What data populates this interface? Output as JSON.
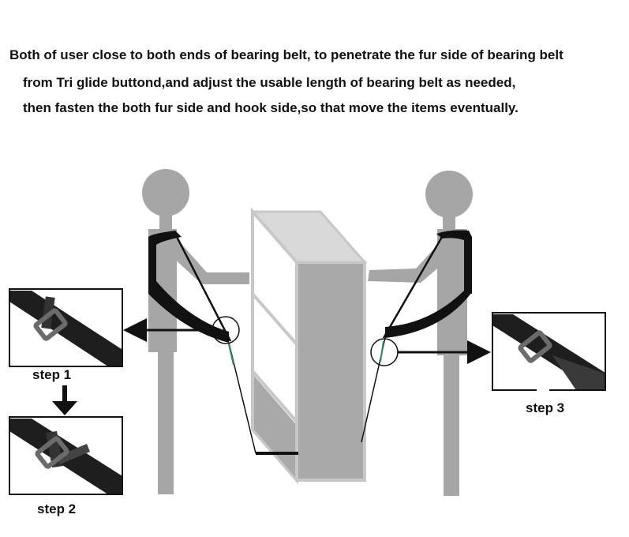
{
  "instructions": {
    "line1": "Both of user close to both ends of bearing belt, to penetrate the fur side of bearing belt",
    "line2": "from Tri glide buttond,and adjust the usable length of bearing belt as needed,",
    "line3": "then fasten the both fur side and hook side,so that move the items eventually."
  },
  "steps": {
    "step1": "step 1",
    "step2": "step 2",
    "step3": "step 3"
  },
  "colors": {
    "figure": "#a6a6a6",
    "belt": "#111111",
    "belt_inset": "#222222",
    "buckle": "#6b6b6b",
    "cabinet_face": "#a9a9a9",
    "cabinet_edge": "#c8c8c8",
    "accent_green": "#2e8b57"
  }
}
